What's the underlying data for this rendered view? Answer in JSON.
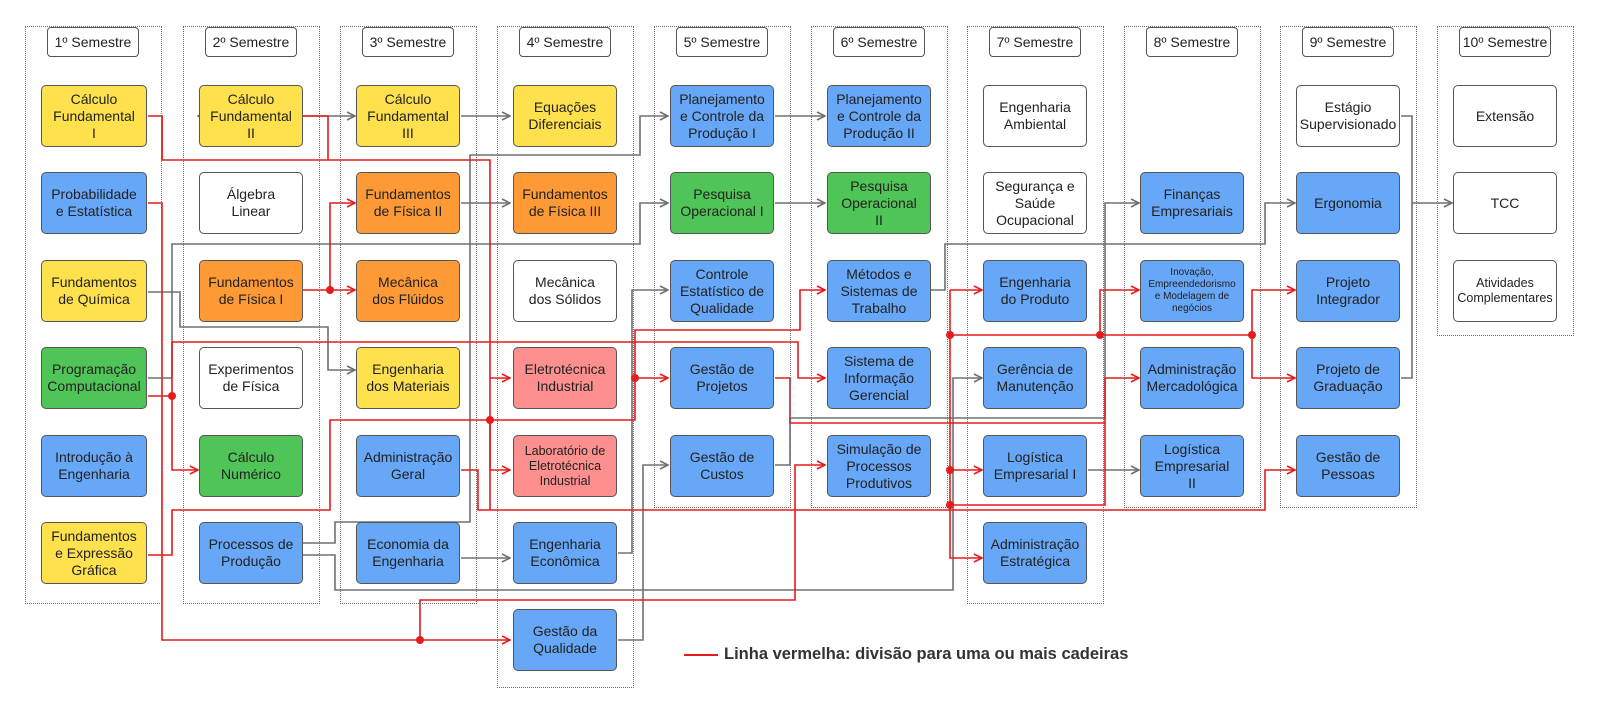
{
  "semesters": [
    {
      "label": "1º Semestre"
    },
    {
      "label": "2º Semestre"
    },
    {
      "label": "3º Semestre"
    },
    {
      "label": "4º Semestre"
    },
    {
      "label": "5º Semestre"
    },
    {
      "label": "6º Semestre"
    },
    {
      "label": "7º Semestre"
    },
    {
      "label": "8º Semestre"
    },
    {
      "label": "9º Semestre"
    },
    {
      "label": "10º Semestre"
    }
  ],
  "courses": {
    "calc1": {
      "label": "Cálculo\nFundamental\nI",
      "color": "#ffe14d"
    },
    "prob": {
      "label": "Probabilidade\ne Estatística",
      "color": "#67a7f7"
    },
    "quim": {
      "label": "Fundamentos\nde Química",
      "color": "#ffe14d"
    },
    "prog": {
      "label": "Programação\nComputacional",
      "color": "#4fc457"
    },
    "intro": {
      "label": "Introdução à\nEngenharia",
      "color": "#67a7f7"
    },
    "expr": {
      "label": "Fundamentos\ne Expressão\nGráfica",
      "color": "#ffe14d"
    },
    "calc2": {
      "label": "Cálculo\nFundamental\nII",
      "color": "#ffe14d"
    },
    "alg": {
      "label": "Álgebra\nLinear",
      "color": "#ffffff"
    },
    "fis1": {
      "label": "Fundamentos\nde Física I",
      "color": "#fe9a35"
    },
    "expfis": {
      "label": "Experimentos\nde Física",
      "color": "#ffffff"
    },
    "calcnum": {
      "label": "Cálculo\nNumérico",
      "color": "#4fc457"
    },
    "procprod": {
      "label": "Processos de\nProdução",
      "color": "#67a7f7"
    },
    "calc3": {
      "label": "Cálculo\nFundamental\nIII",
      "color": "#ffe14d"
    },
    "fis2": {
      "label": "Fundamentos\nde Física II",
      "color": "#fe9a35"
    },
    "mecflu": {
      "label": "Mecânica\ndos Flúidos",
      "color": "#fe9a35"
    },
    "engmat": {
      "label": "Engenharia\ndos Materiais",
      "color": "#ffe14d"
    },
    "admger": {
      "label": "Administração\nGeral",
      "color": "#67a7f7"
    },
    "econ": {
      "label": "Economia da\nEngenharia",
      "color": "#67a7f7"
    },
    "eqdif": {
      "label": "Equações\nDiferenciais",
      "color": "#ffe14d"
    },
    "fis3": {
      "label": "Fundamentos\nde Física III",
      "color": "#fe9a35"
    },
    "mecsol": {
      "label": "Mecânica\ndos Sólidos",
      "color": "#ffffff"
    },
    "eletro": {
      "label": "Eletrotécnica\nIndustrial",
      "color": "#fe8f8f"
    },
    "labeletro": {
      "label": "Laboratório de\nEletrotécnica\nIndustrial",
      "color": "#fe8f8f"
    },
    "engeco": {
      "label": "Engenharia\nEconômica",
      "color": "#67a7f7"
    },
    "gestqual": {
      "label": "Gestão da\nQualidade",
      "color": "#67a7f7"
    },
    "pcp1": {
      "label": "Planejamento\ne Controle da\nProdução I",
      "color": "#67a7f7"
    },
    "po1": {
      "label": "Pesquisa\nOperacional I",
      "color": "#4fc457"
    },
    "ceq": {
      "label": "Controle\nEstatístico de\nQualidade",
      "color": "#67a7f7"
    },
    "gproj": {
      "label": "Gestão de\nProjetos",
      "color": "#67a7f7"
    },
    "gcust": {
      "label": "Gestão de\nCustos",
      "color": "#67a7f7"
    },
    "pcp2": {
      "label": "Planejamento\ne Controle da\nProdução II",
      "color": "#67a7f7"
    },
    "po2": {
      "label": "Pesquisa\nOperacional\nII",
      "color": "#4fc457"
    },
    "metodos": {
      "label": "Métodos e\nSistemas de\nTrabalho",
      "color": "#67a7f7"
    },
    "sig": {
      "label": "Sistema de\nInformação\nGerencial",
      "color": "#67a7f7"
    },
    "simul": {
      "label": "Simulação de\nProcessos\nProdutivos",
      "color": "#67a7f7"
    },
    "amb": {
      "label": "Engenharia\nAmbiental",
      "color": "#ffffff"
    },
    "seg": {
      "label": "Segurança e\nSaúde\nOcupacional",
      "color": "#ffffff"
    },
    "prod": {
      "label": "Engenharia\ndo Produto",
      "color": "#67a7f7"
    },
    "manut": {
      "label": "Gerência de\nManutenção",
      "color": "#67a7f7"
    },
    "log1": {
      "label": "Logística\nEmpresarial I",
      "color": "#67a7f7"
    },
    "estrat": {
      "label": "Administração\nEstratégica",
      "color": "#67a7f7"
    },
    "fin": {
      "label": "Finanças\nEmpresariais",
      "color": "#67a7f7"
    },
    "inov": {
      "label": "Inovação,\nEmpreendedorismo\ne Modelagem de\nnegócios",
      "color": "#67a7f7"
    },
    "merc": {
      "label": "Administração\nMercadológica",
      "color": "#67a7f7"
    },
    "log2": {
      "label": "Logística\nEmpresarial\nII",
      "color": "#67a7f7"
    },
    "estagio": {
      "label": "Estágio\nSupervisionado",
      "color": "#ffffff"
    },
    "ergo": {
      "label": "Ergonomia",
      "color": "#67a7f7"
    },
    "projint": {
      "label": "Projeto\nIntegrador",
      "color": "#67a7f7"
    },
    "projgrad": {
      "label": "Projeto de\nGraduação",
      "color": "#67a7f7"
    },
    "gpess": {
      "label": "Gestão de\nPessoas",
      "color": "#67a7f7"
    },
    "ext": {
      "label": "Extensão",
      "color": "#ffffff"
    },
    "tcc": {
      "label": "TCC",
      "color": "#ffffff"
    },
    "ativ": {
      "label": "Atividades\nComplementares",
      "color": "#ffffff"
    }
  },
  "legend": {
    "text": "Linha vermelha: divisão para uma ou mais cadeiras",
    "color": "#e51c1c"
  },
  "line_colors": {
    "gray": "#707070",
    "red": "#e51c1c"
  }
}
